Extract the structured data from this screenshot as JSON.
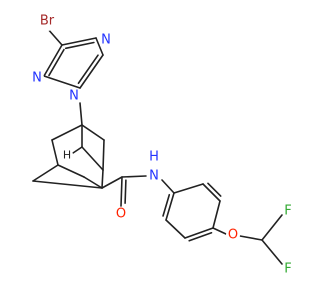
{
  "molecule": {
    "atoms": {
      "bromine": {
        "text": "Br",
        "color": "#a52a2a"
      },
      "triazole_n1": {
        "text": "N",
        "color": "#2233ff"
      },
      "triazole_n2": {
        "text": "N",
        "color": "#2233ff"
      },
      "triazole_n4": {
        "text": "N",
        "color": "#2233ff"
      },
      "amide_n": {
        "text": "N",
        "color": "#2233ff"
      },
      "amide_h": {
        "text": "H",
        "color": "#2233ff"
      },
      "carbonyl_o": {
        "text": "O",
        "color": "#ff2200"
      },
      "ether_o": {
        "text": "O",
        "color": "#ff2200"
      },
      "fluorine_1": {
        "text": "F",
        "color": "#33aa33"
      },
      "fluorine_2": {
        "text": "F",
        "color": "#33aa33"
      },
      "adamantane_h": {
        "text": "H",
        "color": "#222222"
      }
    }
  }
}
